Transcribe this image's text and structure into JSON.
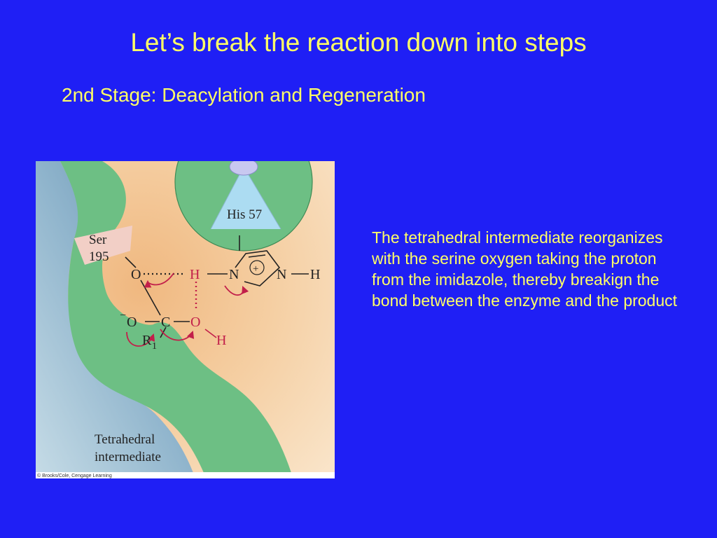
{
  "slide": {
    "title": "Let’s break the reaction down into steps",
    "subtitle": "2nd Stage:  Deacylation and Regeneration",
    "description": "The tetrahedral intermediate reorganizes with the serine oxygen taking the proton from the imidazole, thereby breakign the bond between the enzyme and the product"
  },
  "figure": {
    "ser_label_line1": "Ser",
    "ser_label_line2": "195",
    "his_label": "His 57",
    "caption_line1": "Tetrahedral",
    "caption_line2": "intermediate",
    "copyright": "© Brooks/Cole, Cengage Learning",
    "atoms": {
      "o_serine": "O",
      "h_transfer": "H",
      "n_left": "N",
      "plus": "+",
      "n_right": "N",
      "h_right": "H",
      "o_minus": "O",
      "minus": "−",
      "c_center": "C",
      "o_right": "O",
      "h_bottom": "H",
      "r": "R",
      "r_sub": "1"
    }
  },
  "colors": {
    "background": "#1f1ff5",
    "text": "#ffff66",
    "green": "#6dbf84",
    "tan": "#f7d7ae",
    "red": "#c21f4a",
    "pink": "#f2cfc6",
    "lightblue": "#acdcf2"
  }
}
